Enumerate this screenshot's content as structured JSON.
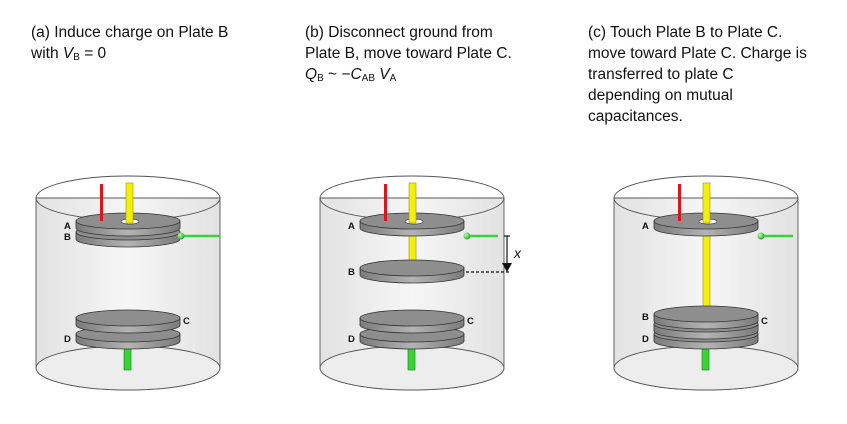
{
  "panels": {
    "a": {
      "caption_line1": "(a) Induce charge on Plate B",
      "caption_line2_prefix": "with ",
      "caption_var": "V",
      "caption_sub": "B",
      "caption_suffix": " = 0"
    },
    "b": {
      "caption_line1": "(b) Disconnect ground from",
      "caption_line2": "Plate B, move toward Plate C.",
      "q_var": "Q",
      "q_sub": "B",
      "q_mid": " ~ −",
      "c_var": "C",
      "c_sub": "AB",
      "v_var": " V",
      "v_sub": "A"
    },
    "c": {
      "caption_lines": [
        "(c) Touch Plate B to Plate C.",
        "move toward Plate C.  Charge is",
        "transferred to plate C",
        "depending on mutual",
        "capacitances."
      ]
    }
  },
  "plate_labels": {
    "a": "A",
    "b": "B",
    "c": "C",
    "d": "D"
  },
  "displacement_label": "x",
  "colors": {
    "cylinder_fill": "#ececec",
    "plate_fill": "#8f8f8f",
    "plate_top": "#a6a6a6",
    "red_rod": "#d9161b",
    "yellow_rod": "#f2ef0c",
    "green_rod": "#3ad13a"
  }
}
